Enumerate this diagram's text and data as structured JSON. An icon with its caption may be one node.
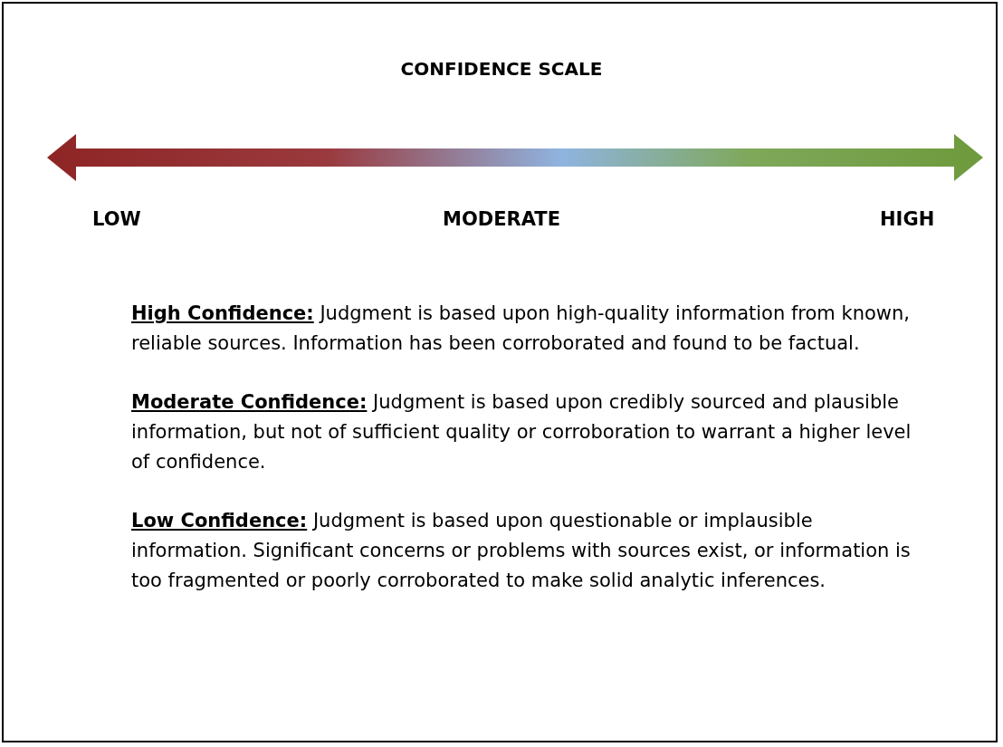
{
  "diagram": {
    "title": "CONFIDENCE SCALE",
    "labels": [
      "LOW",
      "MODERATE",
      "HIGH",
      "**High Confidence:**  Judgment is based upon high-quality information from known, reliable sources.  Information has been corroborated and found to be factual.",
      "**Moderate Confidence:**  Judgment is based upon credibly sourced and plausible information, but not of sufficient quality or corroboration to warrant a higher level of confidence.",
      "**Low Confidence:**  Judgment is based upon questionable or implausible information. Significant concerns or problems with sources exist, or information is too fragmented or poorly corroborated to make solid analytic inferences."
    ]
  }
}
